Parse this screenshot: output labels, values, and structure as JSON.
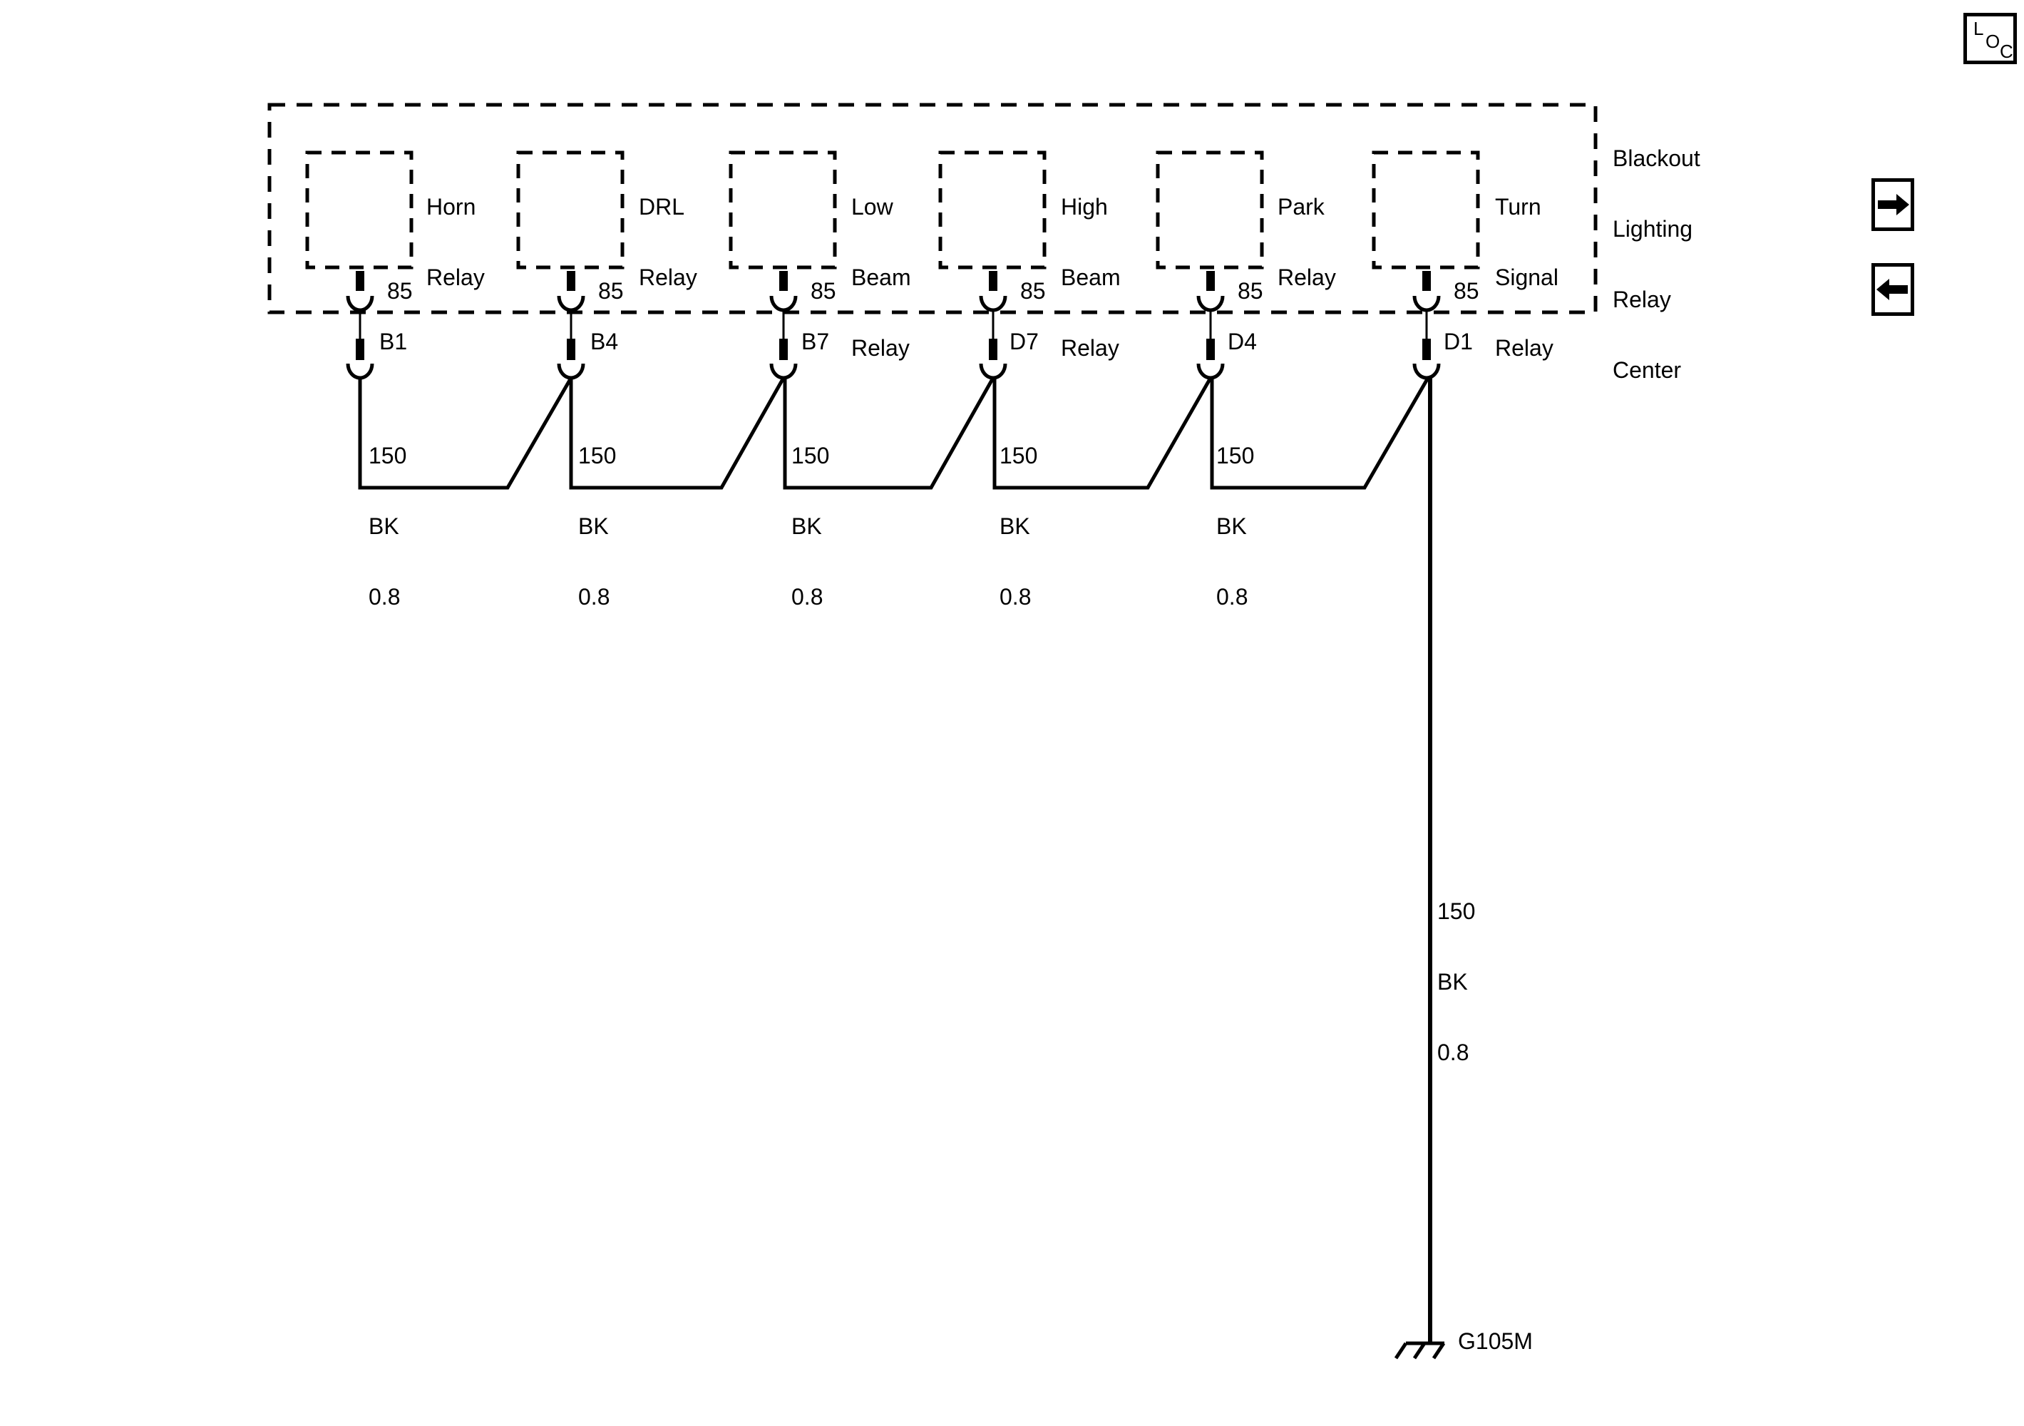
{
  "module": {
    "name_lines": [
      "Blackout",
      "Lighting",
      "Relay",
      "Center"
    ]
  },
  "relays": [
    {
      "name_lines": [
        "Horn",
        "Relay"
      ],
      "pin": "85",
      "cavity": "B1",
      "wire": {
        "circuit": "150",
        "color": "BK",
        "size": "0.8"
      }
    },
    {
      "name_lines": [
        "DRL",
        "Relay"
      ],
      "pin": "85",
      "cavity": "B4",
      "wire": {
        "circuit": "150",
        "color": "BK",
        "size": "0.8"
      }
    },
    {
      "name_lines": [
        "Low",
        "Beam",
        "Relay"
      ],
      "pin": "85",
      "cavity": "B7",
      "wire": {
        "circuit": "150",
        "color": "BK",
        "size": "0.8"
      }
    },
    {
      "name_lines": [
        "High",
        "Beam",
        "Relay"
      ],
      "pin": "85",
      "cavity": "D7",
      "wire": {
        "circuit": "150",
        "color": "BK",
        "size": "0.8"
      }
    },
    {
      "name_lines": [
        "Park",
        "Relay"
      ],
      "pin": "85",
      "cavity": "D4",
      "wire": {
        "circuit": "150",
        "color": "BK",
        "size": "0.8"
      }
    },
    {
      "name_lines": [
        "Turn",
        "Signal",
        "Relay"
      ],
      "pin": "85",
      "cavity": "D1",
      "wire": {
        "circuit": "150",
        "color": "BK",
        "size": "0.8"
      }
    }
  ],
  "ground_wire": {
    "circuit": "150",
    "color": "BK",
    "size": "0.8"
  },
  "ground": {
    "label": "G105M"
  },
  "nav": {
    "loc": {
      "letters": [
        "L",
        "O",
        "C"
      ]
    },
    "next_icon": "arrow-right",
    "prev_icon": "arrow-left"
  },
  "colors": {
    "line": "#000000",
    "background": "#ffffff"
  }
}
